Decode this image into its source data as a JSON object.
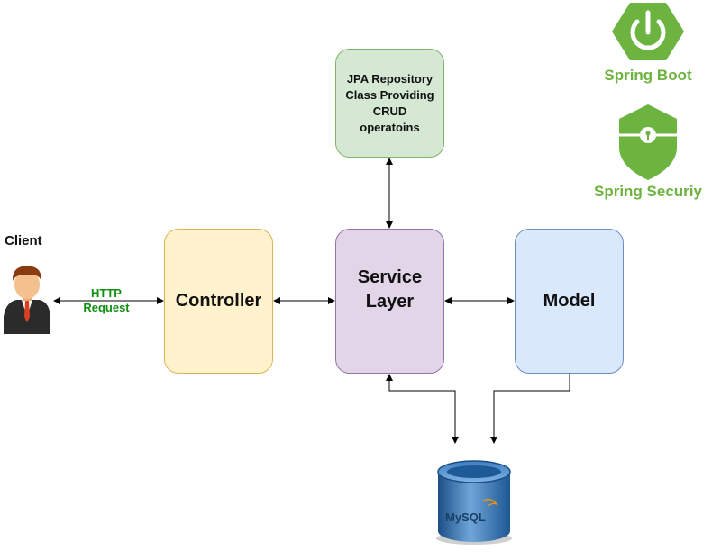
{
  "client": {
    "label": "Client",
    "icon": "user-icon"
  },
  "http": {
    "label": "HTTP\nRequest"
  },
  "controller": {
    "label": "Controller"
  },
  "service": {
    "label": "Service\nLayer"
  },
  "model": {
    "label": "Model"
  },
  "jpa": {
    "label": "JPA Repository\nClass Providing\nCRUD\noperatoins"
  },
  "database": {
    "icon": "mysql-database-icon",
    "logo_text": "MySQL"
  },
  "spring_boot": {
    "label": "Spring Boot",
    "icon": "spring-boot-power-icon"
  },
  "spring_security": {
    "label": "Spring Securiy",
    "icon": "spring-security-shield-icon"
  },
  "colors": {
    "spring_green": "#6db33f",
    "http_label": "#109010",
    "controller_fill": "#fff2cc",
    "service_fill": "#e1d5e7",
    "model_fill": "#dae8fc",
    "jpa_fill": "#d5e8d4"
  }
}
